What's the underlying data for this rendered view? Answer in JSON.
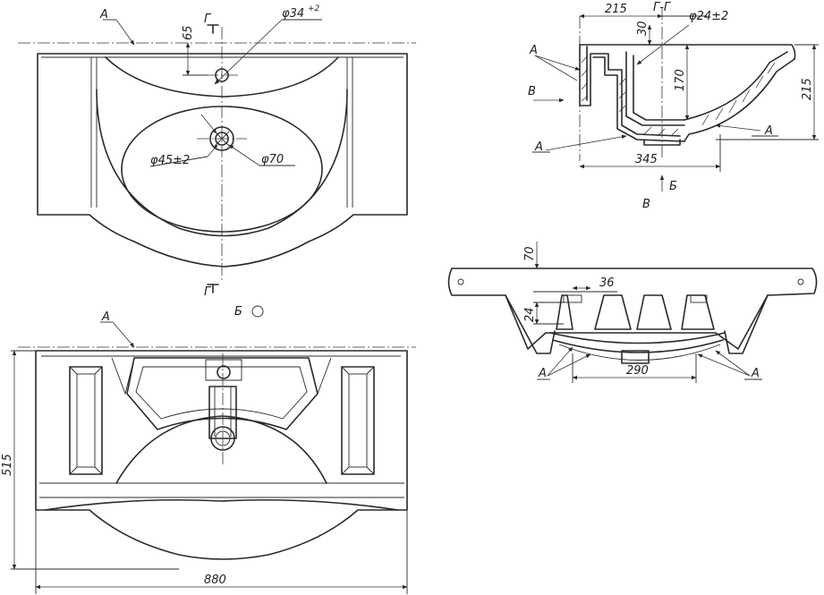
{
  "top_view": {
    "label_a": "А",
    "dim_65": "65",
    "section_mark": "Г",
    "section_mark_bottom": "Г",
    "dia_tap": "φ34",
    "dia_tap_tol": "+2",
    "dia_drain": "φ45±2",
    "dia_drain_outer": "φ70",
    "view_label": "Б"
  },
  "section_view": {
    "dim_215_top": "215",
    "section_title": "Г-Г",
    "dia_overflow": "φ24±2",
    "dim_30": "30",
    "dim_170": "170",
    "dim_215_side": "215",
    "dim_345": "345",
    "label_a1": "А",
    "label_a2": "А",
    "label_a3": "А",
    "label_b": "В",
    "label_view_b": "Б",
    "view_title": "В"
  },
  "bottom_view": {
    "label_a": "А",
    "dim_515": "515",
    "dim_880": "880"
  },
  "side_view": {
    "dim_70": "70",
    "dim_36": "36",
    "dim_24": "24",
    "dim_290": "290",
    "label_a1": "А",
    "label_a2": "А"
  }
}
